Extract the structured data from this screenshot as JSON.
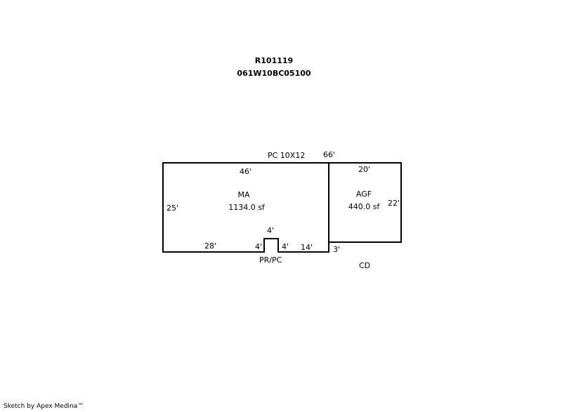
{
  "header": {
    "parcel_id": "R101119",
    "map_number": "061W10BC05100"
  },
  "areas": {
    "main": {
      "code": "MA",
      "area": "1134.0 sf"
    },
    "garage": {
      "code": "AGF",
      "area": "440.0 sf"
    }
  },
  "labels": {
    "porch_code": "PC  10X12",
    "porch_entry": "PR/PC",
    "deck": "CD"
  },
  "dimensions": {
    "top_overall": "66'",
    "main_top": "46'",
    "main_left": "25'",
    "main_bottom_left": "28'",
    "notch_left": "4'",
    "notch_top": "4'",
    "notch_right": "4'",
    "main_bottom_right": "14'",
    "garage_top": "20'",
    "garage_right": "22'",
    "step": "3'"
  },
  "footer": "Sketch by Apex Medina™",
  "colors": {
    "line": "#000000",
    "background": "#ffffff"
  }
}
